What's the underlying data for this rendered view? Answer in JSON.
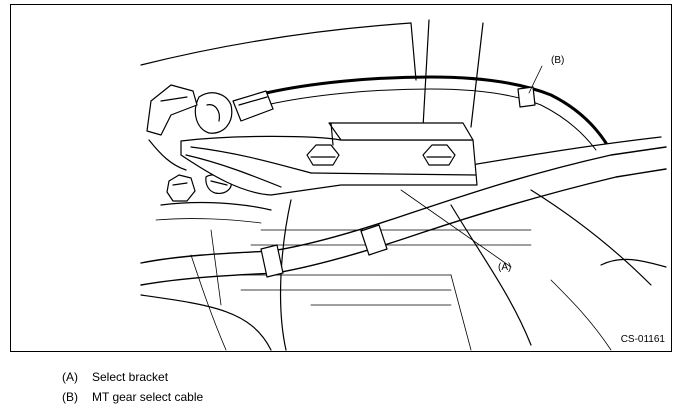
{
  "diagram": {
    "figure_code": "CS-01161",
    "callouts": [
      {
        "key": "b",
        "label": "(B)"
      },
      {
        "key": "a",
        "label": "(A)"
      }
    ]
  },
  "legend": {
    "items": [
      {
        "key": "(A)",
        "text": "Select bracket"
      },
      {
        "key": "(B)",
        "text": "MT gear select cable"
      }
    ]
  }
}
